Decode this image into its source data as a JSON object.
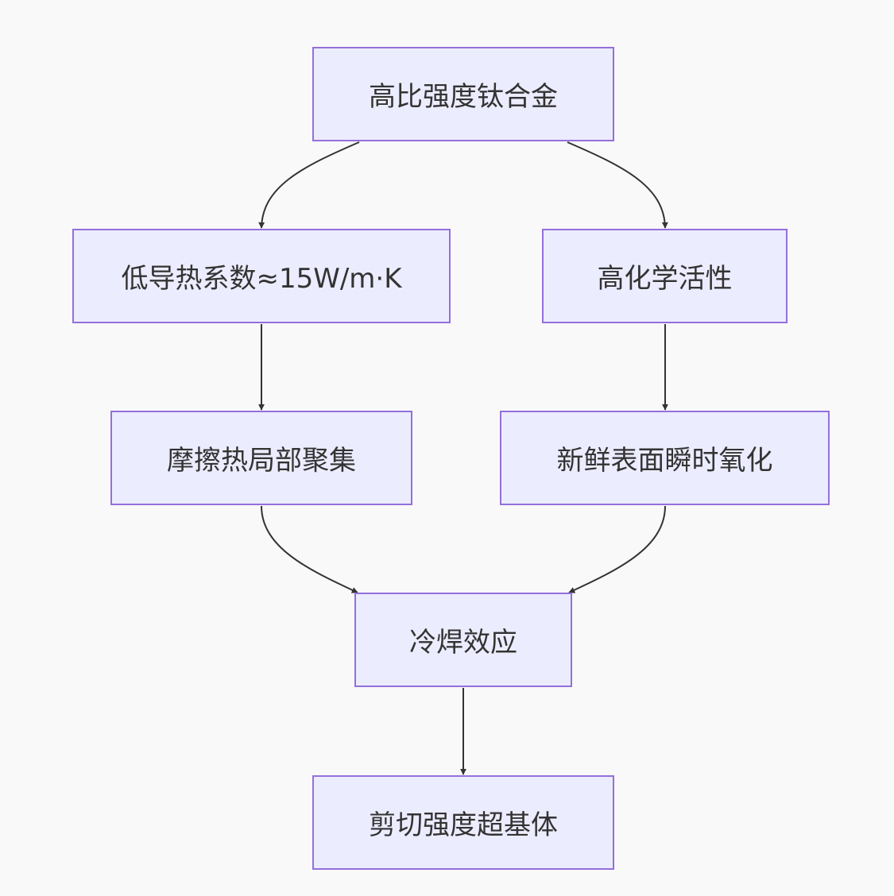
{
  "diagram": {
    "type": "flowchart",
    "colors": {
      "background": "#f9f9f9",
      "node_fill": "#ececff",
      "node_border": "#9370db",
      "text": "#333333",
      "edge": "#333333"
    },
    "nodes": [
      {
        "id": "n1",
        "label": "高比强度钛合金"
      },
      {
        "id": "n2",
        "label": "低导热系数≈15W/m·K"
      },
      {
        "id": "n3",
        "label": "高化学活性"
      },
      {
        "id": "n4",
        "label": "摩擦热局部聚集"
      },
      {
        "id": "n5",
        "label": "新鲜表面瞬时氧化"
      },
      {
        "id": "n6",
        "label": "冷焊效应"
      },
      {
        "id": "n7",
        "label": "剪切强度超基体"
      }
    ],
    "edges": [
      {
        "from": "n1",
        "to": "n2"
      },
      {
        "from": "n1",
        "to": "n3"
      },
      {
        "from": "n2",
        "to": "n4"
      },
      {
        "from": "n3",
        "to": "n5"
      },
      {
        "from": "n4",
        "to": "n6"
      },
      {
        "from": "n5",
        "to": "n6"
      },
      {
        "from": "n6",
        "to": "n7"
      }
    ]
  }
}
